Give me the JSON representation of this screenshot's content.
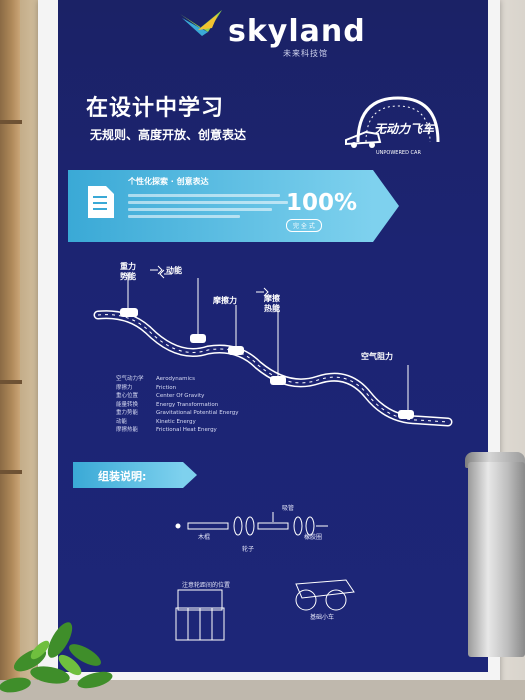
{
  "poster": {
    "brand": "skyland",
    "brand_sub": "未来科技馆",
    "title": "在设计中学习",
    "subtitle": "无规则、高度开放、创意表达",
    "badge_text": "无动力飞车",
    "badge_sub": "UNPOWERED CAR",
    "banner": {
      "title": "个性化探索 · 创意表达",
      "percent": "100%",
      "tag": "完 全 式"
    },
    "diagram": {
      "labels": {
        "gravity_potential": "重力\n势能",
        "kinetic": "动能",
        "friction": "摩擦力",
        "friction_heat": "摩擦\n热能",
        "air_resistance": "空气阻力"
      },
      "legend": [
        {
          "zh": "空气动力学",
          "en": "Aerodynamics"
        },
        {
          "zh": "摩擦力",
          "en": "Friction"
        },
        {
          "zh": "重心位置",
          "en": "Center Of Gravity"
        },
        {
          "zh": "能量转换",
          "en": "Energy Transformation"
        },
        {
          "zh": "重力势能",
          "en": "Gravitational Potential Energy"
        },
        {
          "zh": "动能",
          "en": "Kinetic Energy"
        },
        {
          "zh": "摩擦热能",
          "en": "Frictional Heat Energy"
        }
      ]
    },
    "assembly": {
      "title": "组装说明:",
      "parts": {
        "rod": "木棍",
        "wheel": "轮子",
        "straw": "吸管",
        "rubber": "橡胶圈",
        "note": "注意轮距间的位置",
        "base_car": "基础小车"
      }
    }
  },
  "colors": {
    "poster_bg": "#1c2473",
    "accent": "#3aa9d6",
    "logo_green": "#8fd14f",
    "logo_blue": "#3aa9d6"
  }
}
